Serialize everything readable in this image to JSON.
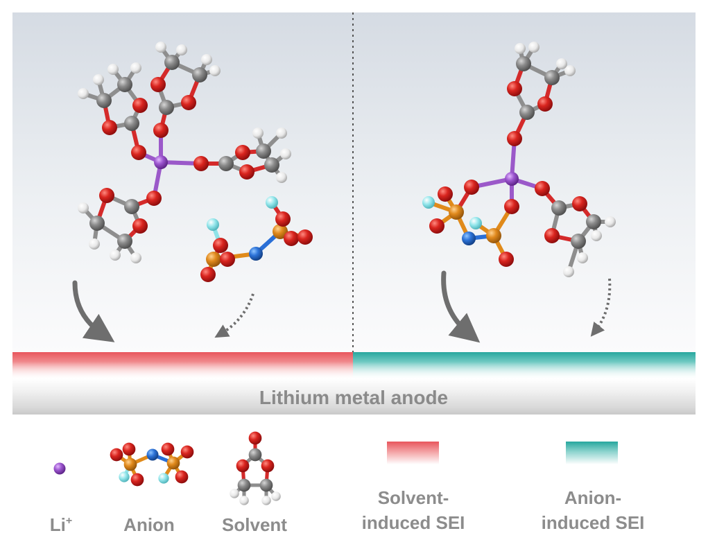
{
  "anode": {
    "label": "Lithium metal anode"
  },
  "legend": {
    "li": {
      "label": "Li",
      "superscript": "+"
    },
    "anion": {
      "label": "Anion"
    },
    "solvent": {
      "label": "Solvent"
    },
    "solvent_sei": {
      "line1": "Solvent-",
      "line2": "induced SEI"
    },
    "anion_sei": {
      "line1": "Anion-",
      "line2": "induced SEI"
    }
  },
  "colors": {
    "li": "#9b59c9",
    "oxygen": "#d42a2a",
    "carbon": "#8e8e8e",
    "hydrogen": "#f2f2f2",
    "nitrogen": "#2a6fd6",
    "sulfur": "#e08a1a",
    "fluorine": "#8fe3e8",
    "solvent_sei": "#e8555c",
    "anion_sei": "#2aa9a0",
    "arrow": "#6e6e6e"
  }
}
